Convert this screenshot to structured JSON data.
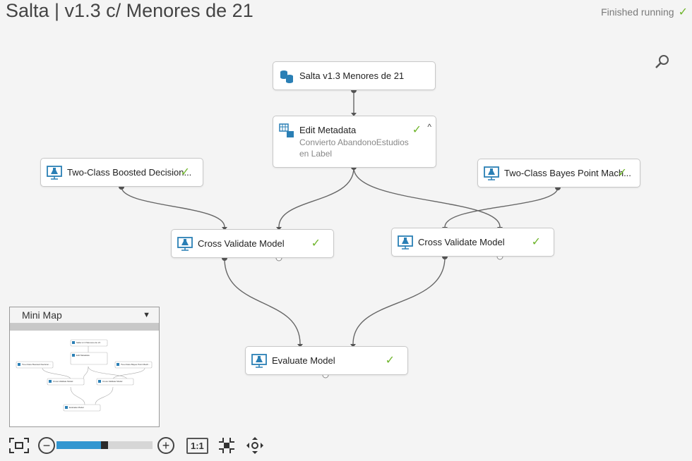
{
  "page": {
    "title": "Salta | v1.3 c/ Menores de 21",
    "status_text": "Finished running",
    "status_icon": "checkmark-icon"
  },
  "colors": {
    "accent_blue": "#3296d0",
    "success_green": "#6fb52c",
    "module_icon_blue": "#2a7fb5"
  },
  "modules": {
    "dataset": {
      "label": "Salta v1.3 Menores de 21",
      "icon": "dataset-icon"
    },
    "edit_metadata": {
      "label": "Edit Metadata",
      "comment": "Convierto AbandonoEstudios en Label",
      "icon": "metadata-icon",
      "status": "✓",
      "caret": "^"
    },
    "boosted": {
      "label": "Two-Class Boosted Decision...",
      "icon": "model-icon",
      "status": "✓"
    },
    "bayes": {
      "label": "Two-Class Bayes Point Mach...",
      "icon": "model-icon",
      "status": "✓"
    },
    "cv_left": {
      "label": "Cross Validate Model",
      "icon": "model-icon",
      "status": "✓"
    },
    "cv_right": {
      "label": "Cross Validate Model",
      "icon": "model-icon",
      "status": "✓"
    },
    "evaluate": {
      "label": "Evaluate Model",
      "icon": "model-icon",
      "status": "✓"
    }
  },
  "minimap": {
    "title": "Mini Map",
    "toggle_icon": "chevron-down-icon",
    "items": [
      "Salta v1.3 Menores de 21",
      "Edit Metadata",
      "Two-Class Boosted Decision...",
      "Two-Class Bayes Point Mach...",
      "Cross Validate Model",
      "Cross Validate Model",
      "Evaluate Model"
    ]
  },
  "toolbar": {
    "fit_icon": "fit-to-screen-icon",
    "zoom_out_label": "−",
    "zoom_in_label": "+",
    "zoom_fraction": 0.5,
    "actual_size_label": "1:1",
    "center_icon": "center-icon",
    "pan_icon": "pan-icon"
  }
}
